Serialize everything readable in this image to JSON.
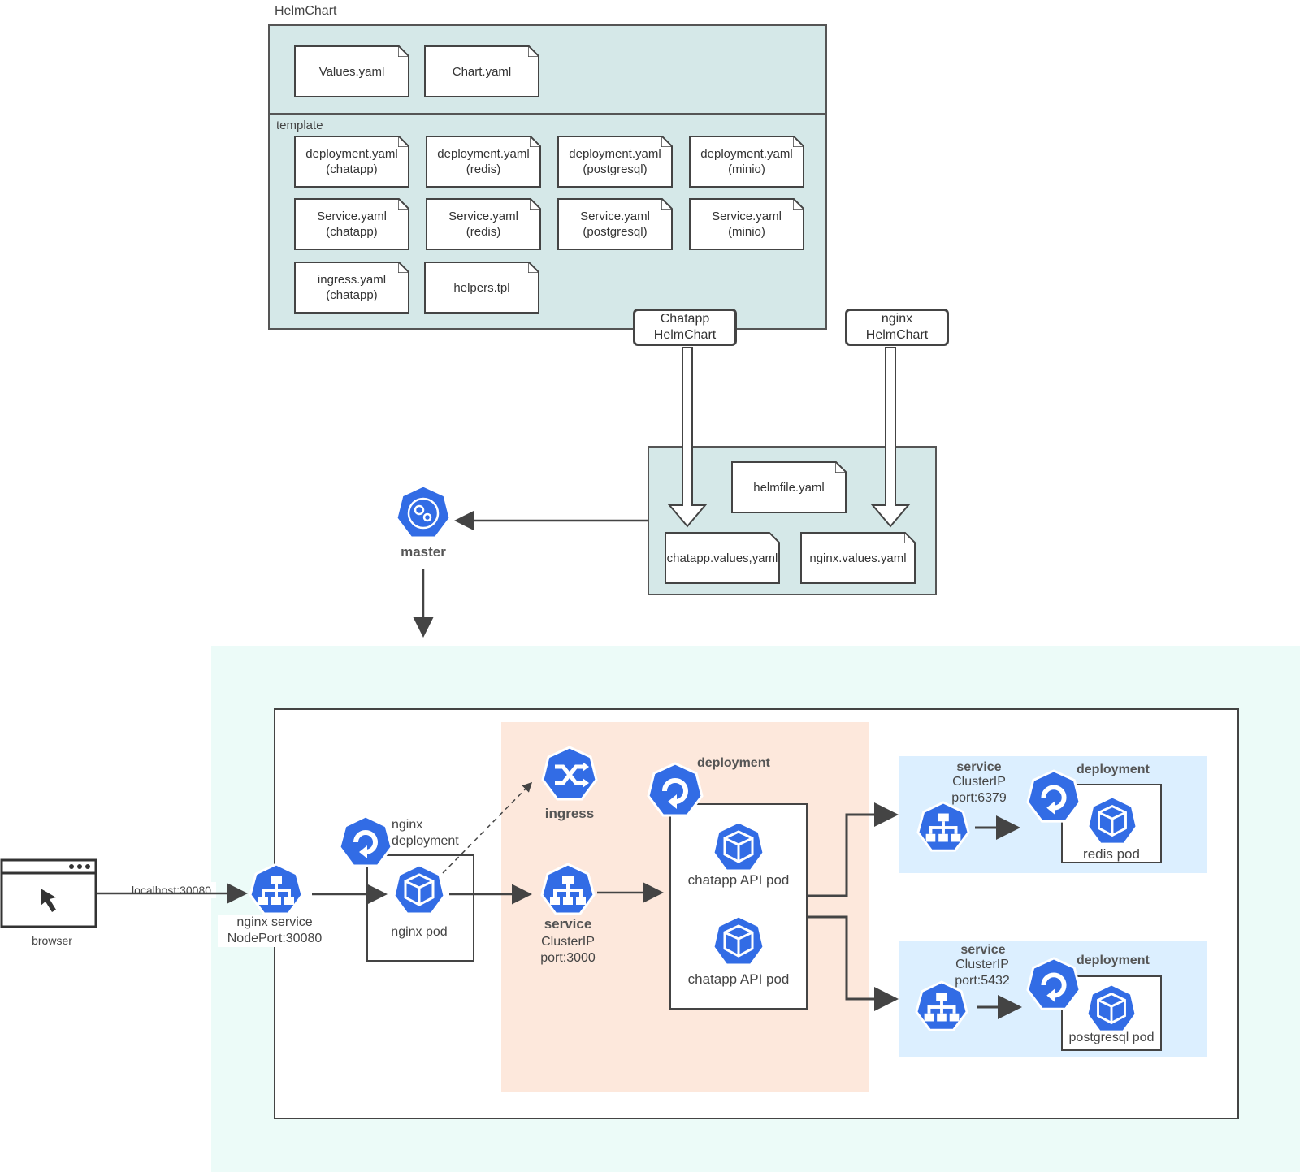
{
  "helmchart": {
    "title": "HelmChart",
    "files": [
      "Values.yaml",
      "Chart.yaml"
    ],
    "template_label": "template",
    "templates": [
      "deployment.yaml\n(chatapp)",
      "deployment.yaml\n(redis)",
      "deployment.yaml\n(postgresql)",
      "deployment.yaml\n(minio)",
      "Service.yaml\n(chatapp)",
      "Service.yaml\n(redis)",
      "Service.yaml\n(postgresql)",
      "Service.yaml\n(minio)",
      "ingress.yaml\n(chatapp)",
      "helpers.tpl"
    ]
  },
  "tags": {
    "chatapp": "Chatapp\nHelmChart",
    "nginx": "nginx\nHelmChart"
  },
  "helmfile": {
    "files": [
      "helmfile.yaml",
      "chatapp.values,yaml",
      "nginx.values.yaml"
    ]
  },
  "master": {
    "label": "master",
    "icon": "kubernetes-master-icon"
  },
  "cluster": {
    "browser_label": "browser",
    "browser_link": "localhost:30080",
    "nginx_service": "nginx service\nNodePort:30080",
    "nginx_deployment": "nginx\ndeployment",
    "nginx_pod": "nginx pod",
    "ingress": "ingress",
    "chatapp_service_title": "service",
    "chatapp_service_detail": "ClusterIP\nport:3000",
    "chatapp_deployment": "deployment",
    "chatapp_pods": [
      "chatapp API pod",
      "chatapp API pod"
    ],
    "redis": {
      "service_title": "service",
      "service_detail": "ClusterIP\nport:6379",
      "deployment": "deployment",
      "pod": "redis pod"
    },
    "postgres": {
      "service_title": "service",
      "service_detail": "ClusterIP\nport:5432",
      "deployment": "deployment",
      "pod": "postgresql pod"
    }
  },
  "colors": {
    "helm_bg": "#d5e8e8",
    "cluster_bg": "#ecfbf8",
    "ingress_zone": "#fde8dc",
    "data_zone": "#dcefff",
    "k8s_blue": "#326ce5",
    "line": "#444444"
  }
}
